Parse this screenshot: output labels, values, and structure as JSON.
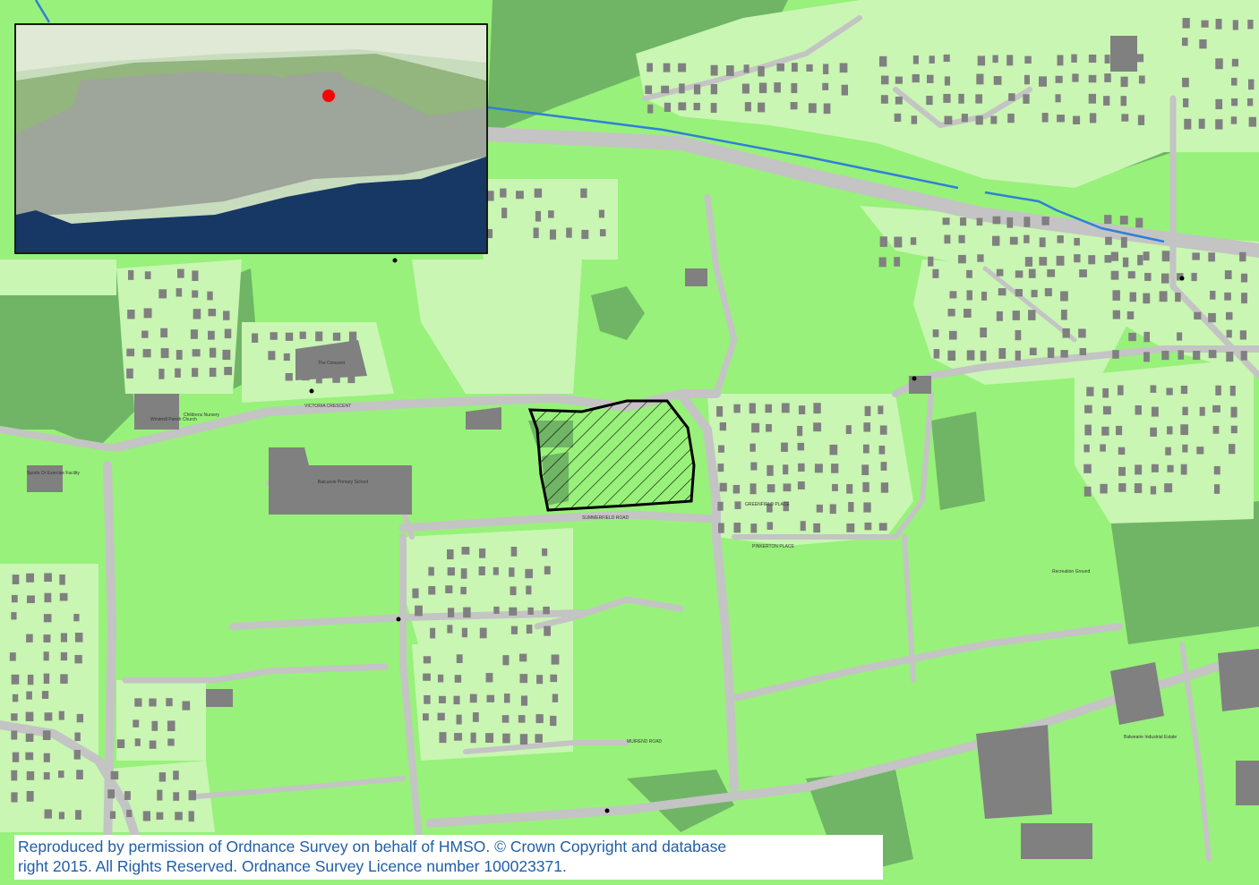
{
  "map": {
    "colors": {
      "open_space": "#98f17a",
      "dark_green": "#6fb565",
      "light_green": "#c9f6b3",
      "road": "#c4c4c4",
      "building": "#808080",
      "site_outline": "#000000",
      "watercourse": "#2f7fd9",
      "inset_sea": "#173865",
      "inset_land": "#9ea59a",
      "inset_marker": "#ff0000"
    },
    "inset": {
      "marker": "red-dot-site-location"
    },
    "labels": {
      "school": "Balcurvie Primary School",
      "crescent": "The Crescent",
      "church": "Windmill Parish Church",
      "childrens_nursery": "Childrens Nursery",
      "sports_facility": "Sports Or Exercise Facility",
      "recreation_ground": "Recreation Ground",
      "industrial_estate": "Balwearie Industrial Estate",
      "summerfield": "SUMMERFIELD ROAD",
      "pinkerton": "PINKERTON PLACE",
      "greenfield": "GREENFIELD PLACE",
      "victoria": "VICTORIA CRESCENT",
      "muirend": "MUIREND ROAD"
    },
    "copyright": {
      "line1": "Reproduced by permission of Ordnance Survey on behalf of HMSO. © Crown Copyright and database",
      "line2": "right 2015. All Rights Reserved. Ordnance Survey Licence number 100023371."
    }
  }
}
